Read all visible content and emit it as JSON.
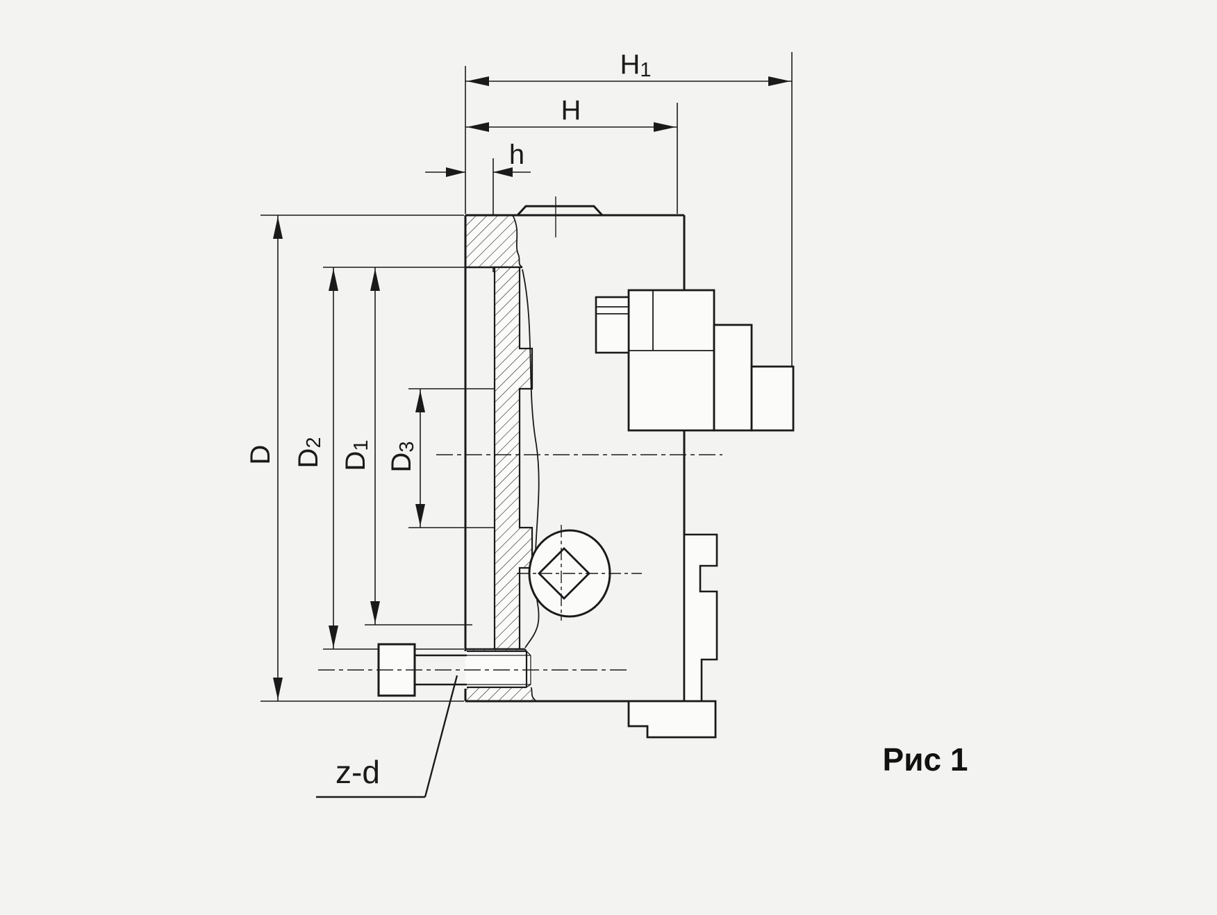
{
  "figure": {
    "caption": "Рис 1",
    "bolt_callout": "z-d",
    "type": "lathe-chuck-section-drawing"
  },
  "labels": {
    "H1": {
      "main": "H",
      "sub": "1"
    },
    "H": {
      "main": "H",
      "sub": ""
    },
    "h": {
      "main": "h",
      "sub": ""
    },
    "D": {
      "main": "D",
      "sub": ""
    },
    "D2": {
      "main": "D",
      "sub": "2"
    },
    "D1": {
      "main": "D",
      "sub": "1"
    },
    "D3": {
      "main": "D",
      "sub": "3"
    }
  },
  "colors": {
    "background": "#f3f3f1",
    "line": "#1a1a1a"
  }
}
